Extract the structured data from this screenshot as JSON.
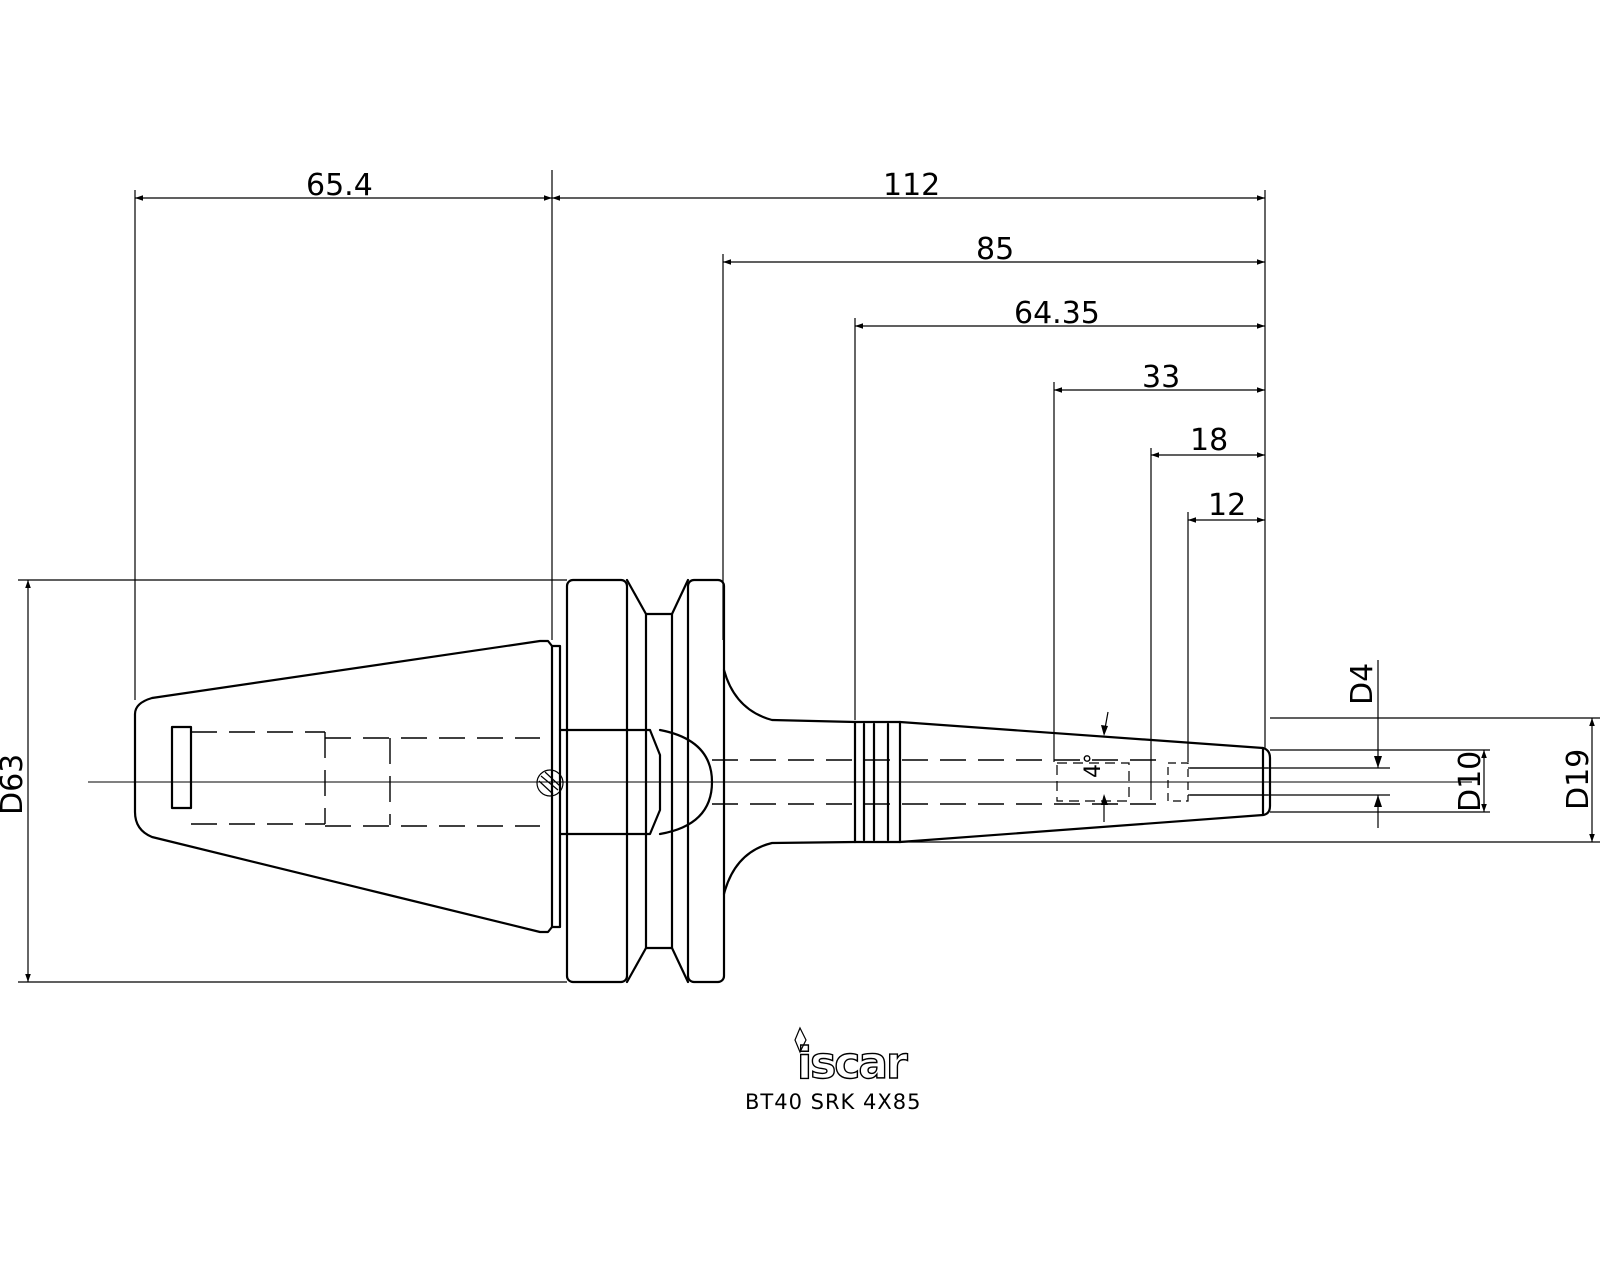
{
  "dimensions": {
    "overall_left": "65.4",
    "total_length": "112",
    "length_85": "85",
    "length_64": "64.35",
    "length_33": "33",
    "length_18": "18",
    "length_12": "12",
    "dia_flange": "D63",
    "dia_tip_bore": "D4",
    "dia_tip": "D10",
    "dia_nose": "D19",
    "taper_angle": "4°"
  },
  "brand": {
    "logo_text": "iscar"
  },
  "caption": {
    "model": "BT40 SRK 4X85"
  }
}
